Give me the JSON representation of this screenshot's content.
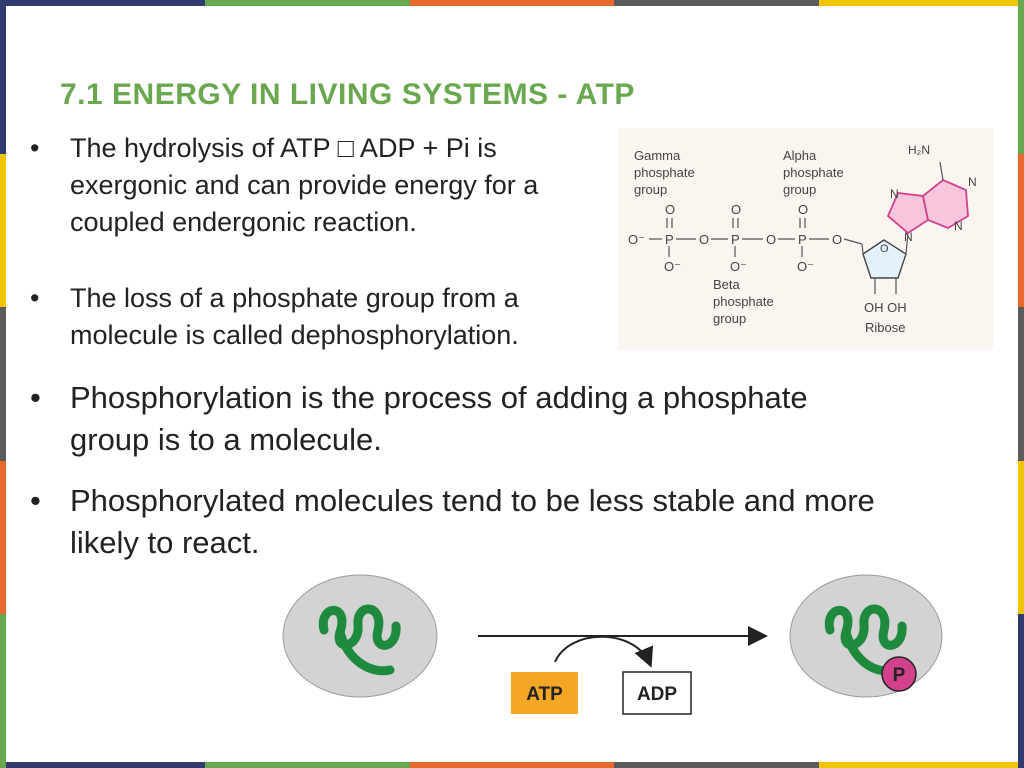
{
  "slide": {
    "title": "7.1 ENERGY IN LIVING SYSTEMS - ATP",
    "bullet_char": "•"
  },
  "colors": {
    "title": "#6aa84f",
    "border": [
      "#2f3b6e",
      "#6aa84f",
      "#e8692b",
      "#5b5b5b",
      "#f2c400",
      "#2f3b6e"
    ],
    "protein": "#1e8a3d",
    "cell": "#d3d3d3",
    "atp_box": "#f5a623",
    "phosphate": "#d1418c"
  },
  "bullets": [
    {
      "lines": [
        "The hydrolysis of ATP □    ADP + Pi is",
        "exergonic and can provide energy for a",
        "coupled endergonic reaction."
      ]
    },
    {
      "lines": [
        "The loss of a phosphate group from a",
        "molecule is called dephosphorylation."
      ]
    },
    {
      "lines": [
        "Phosphorylation is the process of adding a phosphate",
        "group is to a molecule."
      ]
    },
    {
      "lines": [
        "Phosphorylated molecules tend to be less stable and more",
        "likely to react."
      ]
    }
  ],
  "atp_structure": {
    "gamma_label": [
      "Gamma",
      "phosphate",
      "group"
    ],
    "alpha_label": [
      "Alpha",
      "phosphate",
      "group"
    ],
    "beta_label": [
      "Beta",
      "phosphate",
      "group"
    ],
    "oh_label": "OH OH",
    "ribose_label": "Ribose",
    "amine_label": "H₂N",
    "atom_o": "O",
    "atom_o_minus": "O⁻",
    "atom_p": "P",
    "atom_n": "N"
  },
  "phosphorylation": {
    "atp_label": "ATP",
    "adp_label": "ADP",
    "phosphate_label": "P"
  }
}
